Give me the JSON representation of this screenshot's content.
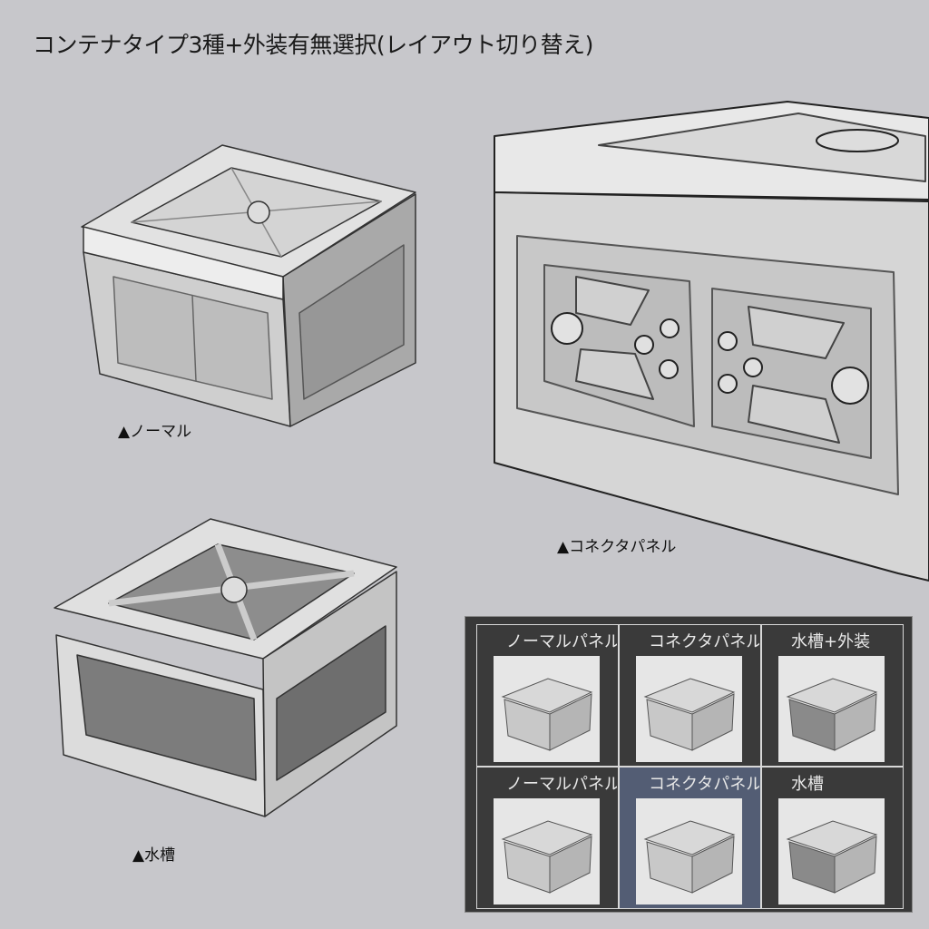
{
  "title": "コンテナタイプ3種+外装有無選択(レイアウト切り替え)",
  "captions": {
    "normal": "▲ノーマル",
    "connector": "▲コネクタパネル",
    "aquarium": "▲水槽"
  },
  "palette": {
    "cells": [
      {
        "label": "ノーマルパネル+外装",
        "selected": false,
        "icon": "normal-panel-with-exterior-thumbnail"
      },
      {
        "label": "コネクタパネル+外装",
        "selected": false,
        "icon": "connector-panel-with-exterior-thumbnail"
      },
      {
        "label": "水槽+外装",
        "selected": false,
        "icon": "aquarium-with-exterior-thumbnail"
      },
      {
        "label": "ノーマルパネル",
        "selected": false,
        "icon": "normal-panel-thumbnail"
      },
      {
        "label": "コネクタパネル",
        "selected": true,
        "icon": "connector-panel-thumbnail"
      },
      {
        "label": "水槽",
        "selected": false,
        "icon": "aquarium-thumbnail"
      }
    ],
    "selected_color": "#535d74"
  }
}
